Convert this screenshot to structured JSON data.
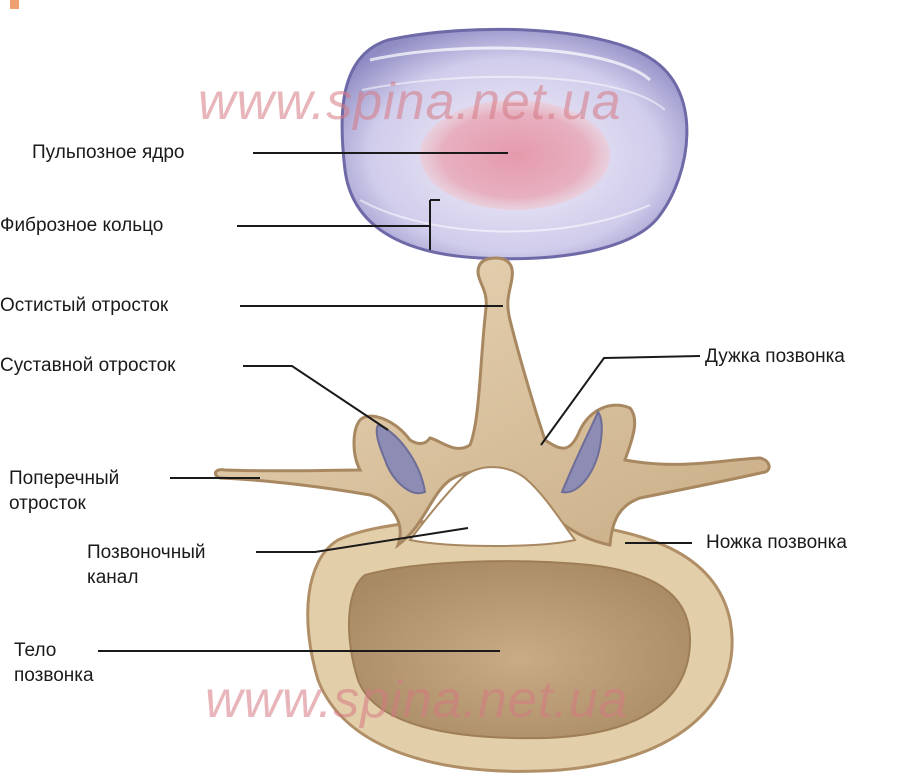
{
  "labels": {
    "nucleus": "Пульпозное ядро",
    "annulus": "Фиброзное кольцо",
    "spinous": "Остистый отросток",
    "articular": "Суставной отросток",
    "lamina": "Дужка позвонка",
    "transverse": "Поперечный\nотросток",
    "canal": "Позвоночный\nканал",
    "pedicle": "Ножка позвонка",
    "body": "Тело\nпозвонка"
  },
  "watermark": {
    "top": "www.spina.net.ua",
    "bottom": "www.spina.net.ua"
  },
  "colors": {
    "disc": "#c8c4e6",
    "nucleus": "#e2a0b4",
    "bone": "#dcc4a0",
    "cartilage": "#8c8cb4",
    "watermark": "#d67882"
  }
}
